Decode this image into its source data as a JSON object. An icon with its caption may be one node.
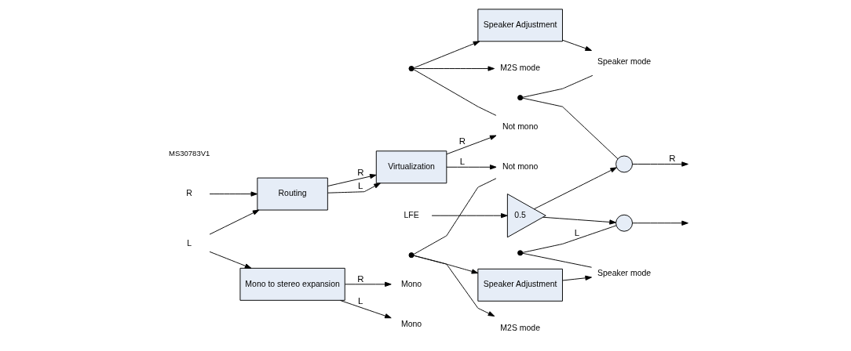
{
  "diagram": {
    "nodes": [
      {
        "text": [
          "R"
        ]
      },
      {
        "text": [
          "L"
        ]
      },
      {
        "text": [
          "Routing"
        ]
      },
      {
        "text": [
          "Virtualization"
        ]
      },
      {
        "text": [
          "Mono to stereo expansion"
        ]
      },
      {
        "text": [
          "Not mono"
        ]
      },
      {
        "text": [
          "Mono"
        ]
      },
      {
        "text": [
          "Not mono"
        ]
      },
      {
        "text": [
          "Mono"
        ]
      },
      {
        "text": [],
        "shape": "dot"
      },
      {
        "text": [],
        "shape": "dot"
      },
      {
        "text": [
          "Speaker Adjustment"
        ]
      },
      {
        "text": [
          "Speaker Adjustment"
        ]
      },
      {
        "text": [
          "Speaker mode"
        ]
      },
      {
        "text": [
          "M2S mode"
        ]
      },
      {
        "text": [
          "Speaker mode"
        ]
      },
      {
        "text": [
          "M2S mode"
        ]
      },
      {
        "text": [],
        "shape": "dot"
      },
      {
        "text": [],
        "shape": "dot"
      },
      {
        "text": [],
        "shape": "circle"
      },
      {
        "text": [],
        "shape": "circle"
      },
      {
        "text": [
          "LFE"
        ]
      },
      {
        "text": [
          "0.5"
        ]
      }
    ],
    "edges": [
      {
        "from": 0,
        "to": 2,
        "arrow": "to"
      },
      {
        "from": 1,
        "to": 2,
        "arrow": "to"
      },
      {
        "from": 1,
        "to": 4,
        "arrow": "to"
      },
      {
        "from": 2,
        "to": 3,
        "label": "R",
        "arrow": "to"
      },
      {
        "from": 2,
        "to": 3,
        "label": "L",
        "arrow": "to"
      },
      {
        "from": 3,
        "to": 5,
        "label": "R",
        "arrow": "to"
      },
      {
        "from": 3,
        "to": 7,
        "label": "L",
        "arrow": "to"
      },
      {
        "from": 4,
        "to": 6,
        "label": "R",
        "arrow": "to"
      },
      {
        "from": 4,
        "to": 8,
        "label": "L",
        "arrow": "to"
      },
      {
        "from": 9,
        "to": 5,
        "arrow": "none"
      },
      {
        "from": 10,
        "to": 7,
        "arrow": "none"
      },
      {
        "from": 9,
        "to": 11,
        "arrow": "to"
      },
      {
        "from": 9,
        "to": 14,
        "arrow": "to"
      },
      {
        "from": 10,
        "to": 12,
        "arrow": "to"
      },
      {
        "from": 10,
        "to": 16,
        "arrow": "to"
      },
      {
        "from": 11,
        "to": 13,
        "arrow": "to"
      },
      {
        "from": 12,
        "to": 15,
        "arrow": "to"
      },
      {
        "from": 17,
        "to": 13,
        "arrow": "none"
      },
      {
        "from": 18,
        "to": 15,
        "arrow": "none"
      },
      {
        "from": 17,
        "to": 19,
        "arrow": "none"
      },
      {
        "from": 18,
        "to": 20,
        "label": "L",
        "arrow": "none"
      },
      {
        "from": 19,
        "to": null,
        "label": "R",
        "arrow": "to"
      },
      {
        "from": 20,
        "to": null,
        "arrow": "to"
      },
      {
        "from": 21,
        "to": 22,
        "arrow": "to"
      },
      {
        "from": 22,
        "to": 19,
        "arrow": "to"
      },
      {
        "from": 22,
        "to": 20,
        "arrow": "to"
      }
    ],
    "labels": [
      "MS30783V1"
    ]
  }
}
